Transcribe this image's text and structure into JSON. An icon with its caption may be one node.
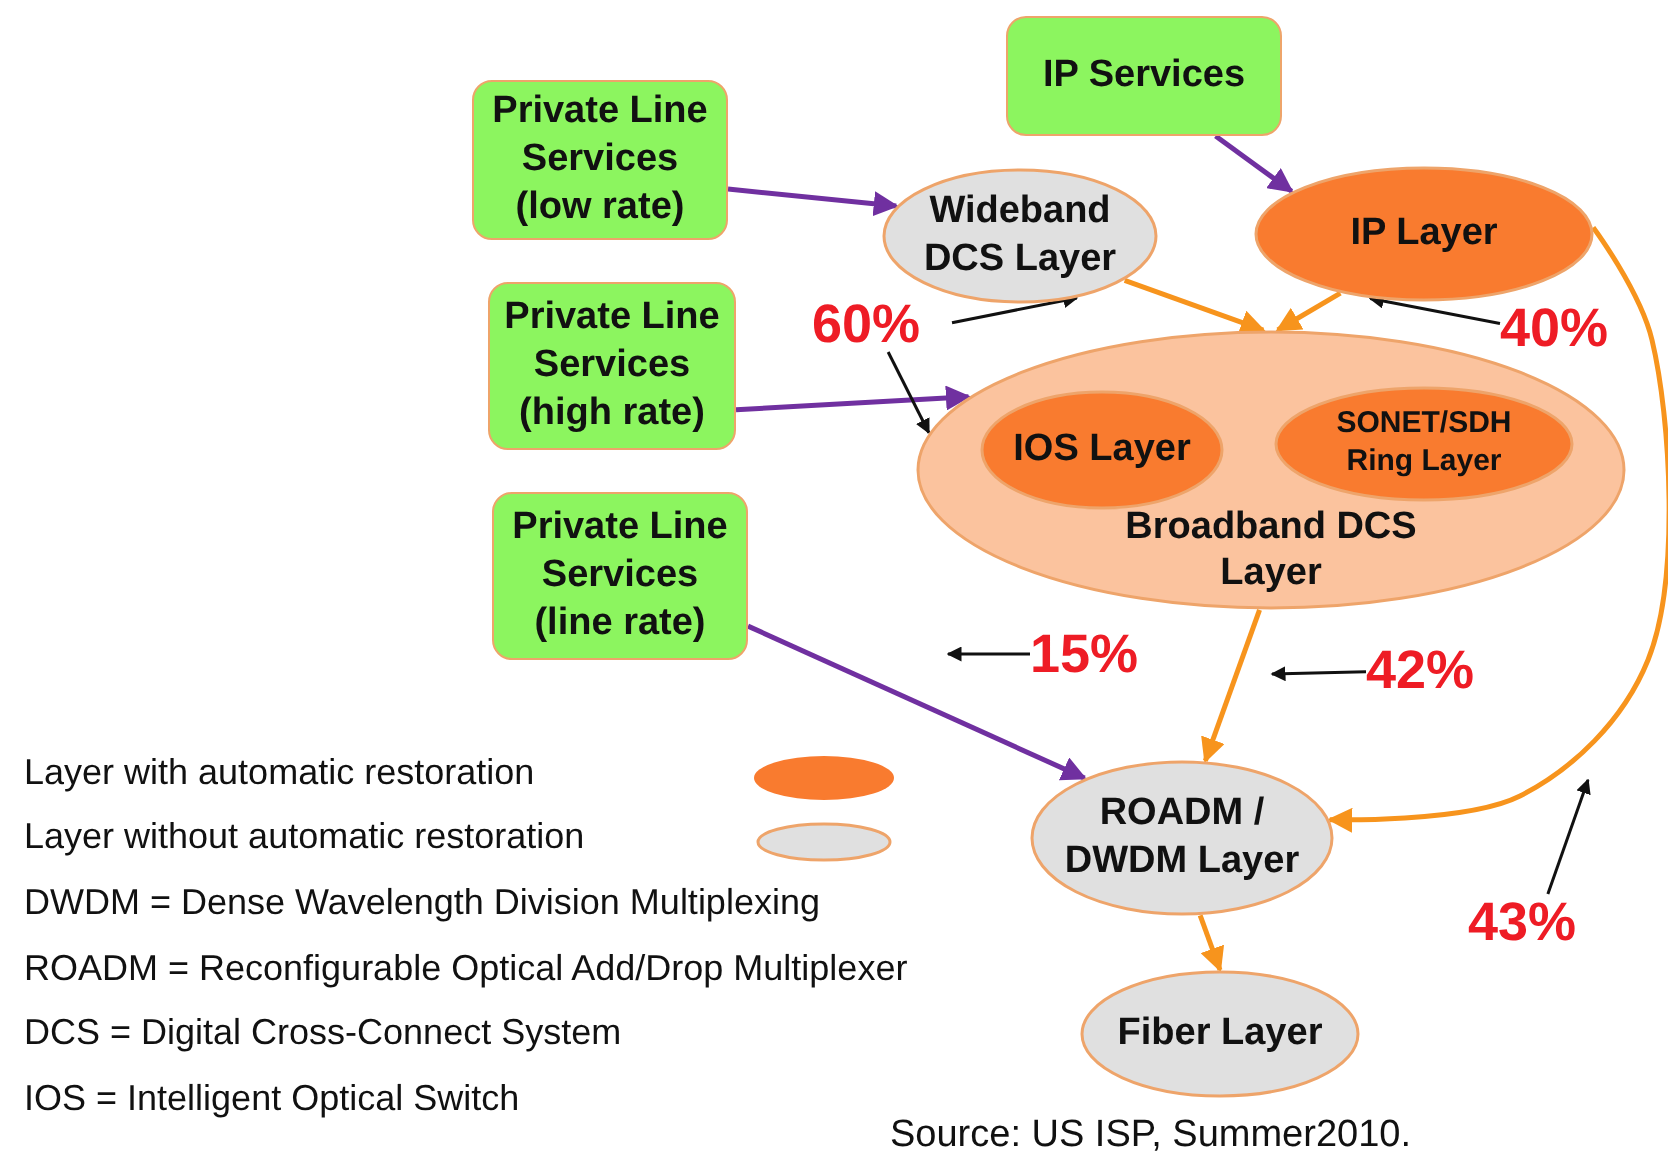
{
  "diagram": {
    "caption": "Source: US ISP, Summer2010.",
    "nodes": [
      {
        "text": [
          "Private Line Services (low rate)"
        ]
      },
      {
        "text": [
          "IP Services"
        ]
      },
      {
        "text": [
          "Wideband DCS Layer"
        ]
      },
      {
        "text": [
          "IP Layer"
        ]
      },
      {
        "text": [
          "Private Line Services (high rate)"
        ]
      },
      {
        "text": [
          "Broadband DCS Layer"
        ]
      },
      {
        "text": [
          "IOS Layer"
        ],
        "in": 5
      },
      {
        "text": [
          "SONET/SDH Ring Layer"
        ],
        "in": 5
      },
      {
        "text": [
          "Private Line Services (line rate)"
        ]
      },
      {
        "text": [
          "ROADM / DWDM Layer"
        ]
      },
      {
        "text": [
          "Fiber Layer"
        ]
      },
      {
        "text": [
          "60%"
        ]
      },
      {
        "text": [
          "40%"
        ]
      },
      {
        "text": [
          "15%"
        ]
      },
      {
        "text": [
          "42%"
        ]
      },
      {
        "text": [
          "43%"
        ]
      }
    ],
    "edges": [
      {
        "from": 0,
        "to": 2,
        "arrow": "to",
        "color": "#7030a0"
      },
      {
        "from": 1,
        "to": 3,
        "arrow": "to",
        "color": "#7030a0"
      },
      {
        "from": 4,
        "to": 5,
        "arrow": "to",
        "color": "#7030a0"
      },
      {
        "from": 8,
        "to": 9,
        "arrow": "to",
        "color": "#7030a0"
      },
      {
        "from": 2,
        "to": 5,
        "arrow": "to",
        "color": "#f7941d"
      },
      {
        "from": 3,
        "to": 5,
        "arrow": "to",
        "color": "#f7941d"
      },
      {
        "from": 3,
        "to": 9,
        "arrow": "to",
        "color": "#f7941d"
      },
      {
        "from": 5,
        "to": 9,
        "arrow": "to",
        "color": "#f7941d"
      },
      {
        "from": 9,
        "to": 10,
        "arrow": "to",
        "color": "#f7941d"
      },
      {
        "from": 11,
        "to": 2,
        "arrow": "to"
      },
      {
        "from": 11,
        "to": 5,
        "arrow": "to"
      },
      {
        "from": 12,
        "to": 3,
        "arrow": "to"
      },
      {
        "from": 13,
        "to": null,
        "arrow": "to"
      },
      {
        "from": 14,
        "to": null,
        "arrow": "to"
      },
      {
        "from": 15,
        "to": null,
        "arrow": "to"
      }
    ],
    "labels": [
      "DWDM = Dense Wavelength Division Multiplexing",
      "ROADM = Reconfigurable Optical Add/Drop Multiplexer",
      "DCS = Digital Cross-Connect System",
      "IOS = Intelligent Optical Switch"
    ],
    "legend": [
      {
        "text": "Layer with automatic restoration",
        "color": "#f97b2f"
      },
      {
        "text": "Layer without automatic restoration",
        "color": "#e0e0e0"
      }
    ]
  }
}
